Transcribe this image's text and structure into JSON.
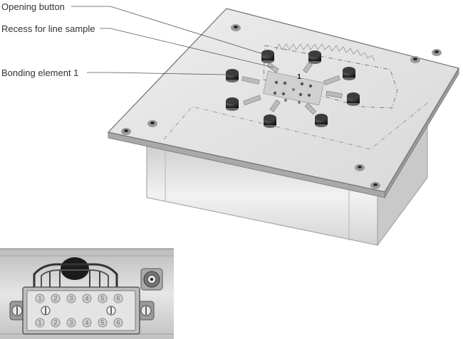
{
  "callouts": {
    "opening_button": "Opening button",
    "recess_line_sample": "Recess for line sample",
    "bonding_element": "Bonding element 1"
  },
  "plate": {
    "center_label": "1"
  },
  "connector": {
    "top_row": [
      "1",
      "2",
      "3",
      "4",
      "5",
      "6"
    ],
    "bottom_row": [
      "1",
      "2",
      "3",
      "4",
      "5",
      "6"
    ]
  }
}
